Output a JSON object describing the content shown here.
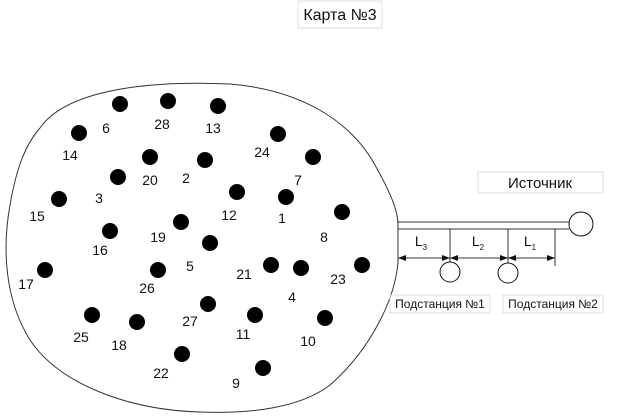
{
  "title": "Карта №3",
  "source_label": "Источник",
  "substations": [
    "Подстанция №1",
    "Подстанция №2"
  ],
  "segments": [
    {
      "letter": "L",
      "sub": "3"
    },
    {
      "letter": "L",
      "sub": "2"
    },
    {
      "letter": "L",
      "sub": "1"
    }
  ],
  "points": [
    "6",
    "28",
    "13",
    "14",
    "24",
    "20",
    "2",
    "7",
    "3",
    "15",
    "12",
    "1",
    "8",
    "19",
    "16",
    "5",
    "21",
    "4",
    "23",
    "17",
    "26",
    "27",
    "25",
    "18",
    "11",
    "10",
    "22",
    "9"
  ]
}
